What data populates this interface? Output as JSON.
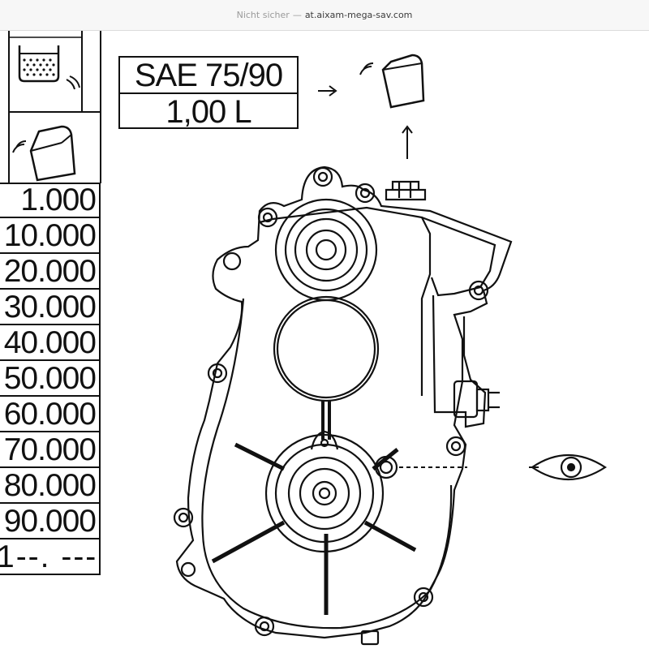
{
  "browser": {
    "security_label": "Nicht sicher",
    "separator": "—",
    "host": "at.aixam-mega-sav.com"
  },
  "spec": {
    "oil_grade": "SAE 75/90",
    "capacity": "1,00 L"
  },
  "intervals": [
    "1.000",
    "10.000",
    "20.000",
    "30.000",
    "40.000",
    "50.000",
    "60.000",
    "70.000",
    "80.000",
    "90.000",
    "1--. ---"
  ],
  "icons": [
    "oil-container-icon",
    "tilted-container-icon",
    "refill-container-icon",
    "arrow-right-icon",
    "arrow-up-icon",
    "eye-icon",
    "gearbox-diagram"
  ]
}
